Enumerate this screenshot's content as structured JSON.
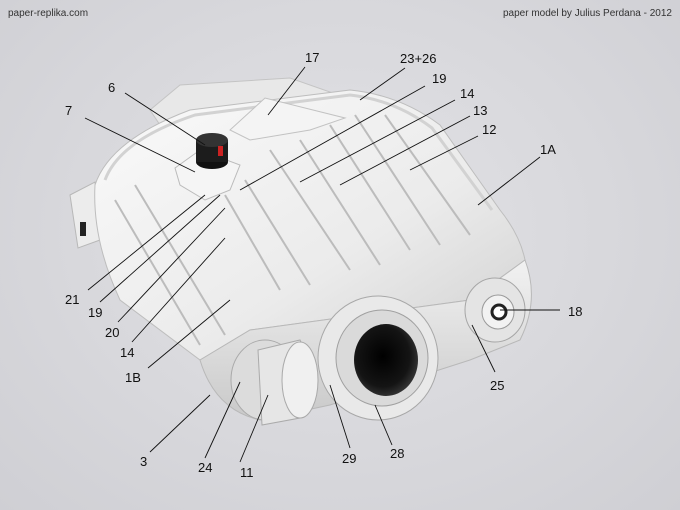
{
  "header": {
    "site": "paper-replika.com",
    "credit": "paper model by Julius Perdana - 2012"
  },
  "labels": {
    "l6": "6",
    "l7": "7",
    "l17": "17",
    "l23_26": "23+26",
    "l19_top": "19",
    "l14_top": "14",
    "l13": "13",
    "l12": "12",
    "l1A": "1A",
    "l18": "18",
    "l25": "25",
    "l21": "21",
    "l19_left": "19",
    "l20": "20",
    "l14_left": "14",
    "l1B": "1B",
    "l3": "3",
    "l24": "24",
    "l11": "11",
    "l29": "29",
    "l28": "28"
  },
  "colors": {
    "background": "#d8d8dc",
    "model_body": "#efefef",
    "knob": "#1a1a1a",
    "knob_accent": "#cc2222",
    "label_text": "#111111"
  }
}
